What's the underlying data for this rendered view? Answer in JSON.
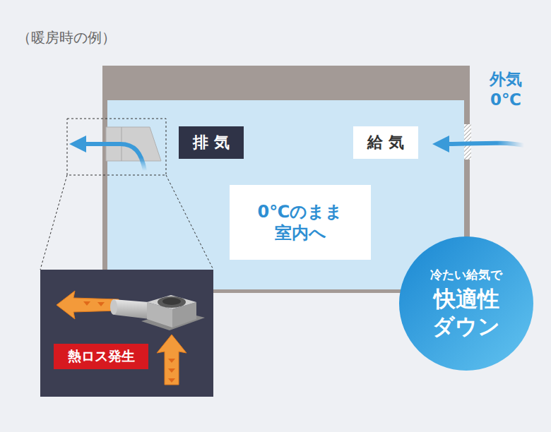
{
  "diagram": {
    "title": "（暖房時の例）",
    "nodes": [
      {
        "text": [
          "排 気"
        ]
      },
      {
        "text": [
          "給 気"
        ]
      },
      {
        "text": [
          "0℃のまま 室内へ"
        ]
      },
      {
        "text": [
          "冷たい給気で",
          "快適性 ダウン"
        ]
      },
      {
        "text": [
          "熱ロス発生"
        ]
      }
    ],
    "labels": [
      "外気 0℃"
    ]
  }
}
